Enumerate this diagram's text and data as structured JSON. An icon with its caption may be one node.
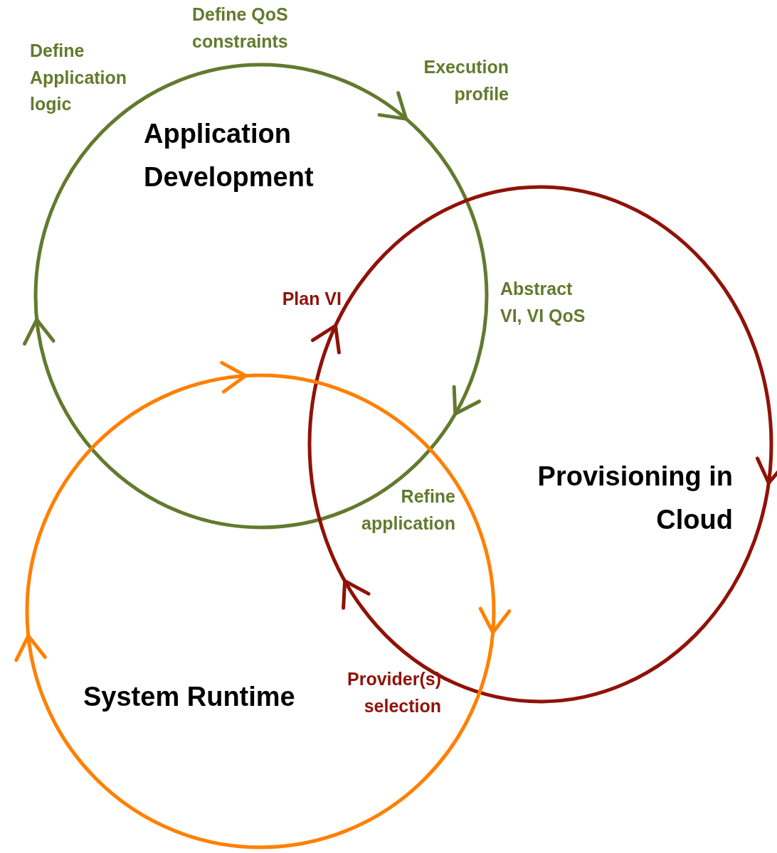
{
  "diagram": {
    "nodes": [
      {
        "text": [
          "Application Development"
        ]
      },
      {
        "text": [
          "Provisioning in Cloud"
        ]
      },
      {
        "text": [
          "System Runtime"
        ]
      }
    ],
    "edges": [],
    "labels": [
      "Define QoS constraints",
      "Define Application logic",
      "Execution profile",
      "Plan VI",
      "Abstract VI, VI QoS",
      "Refine application",
      "Provider(s) selection"
    ]
  }
}
